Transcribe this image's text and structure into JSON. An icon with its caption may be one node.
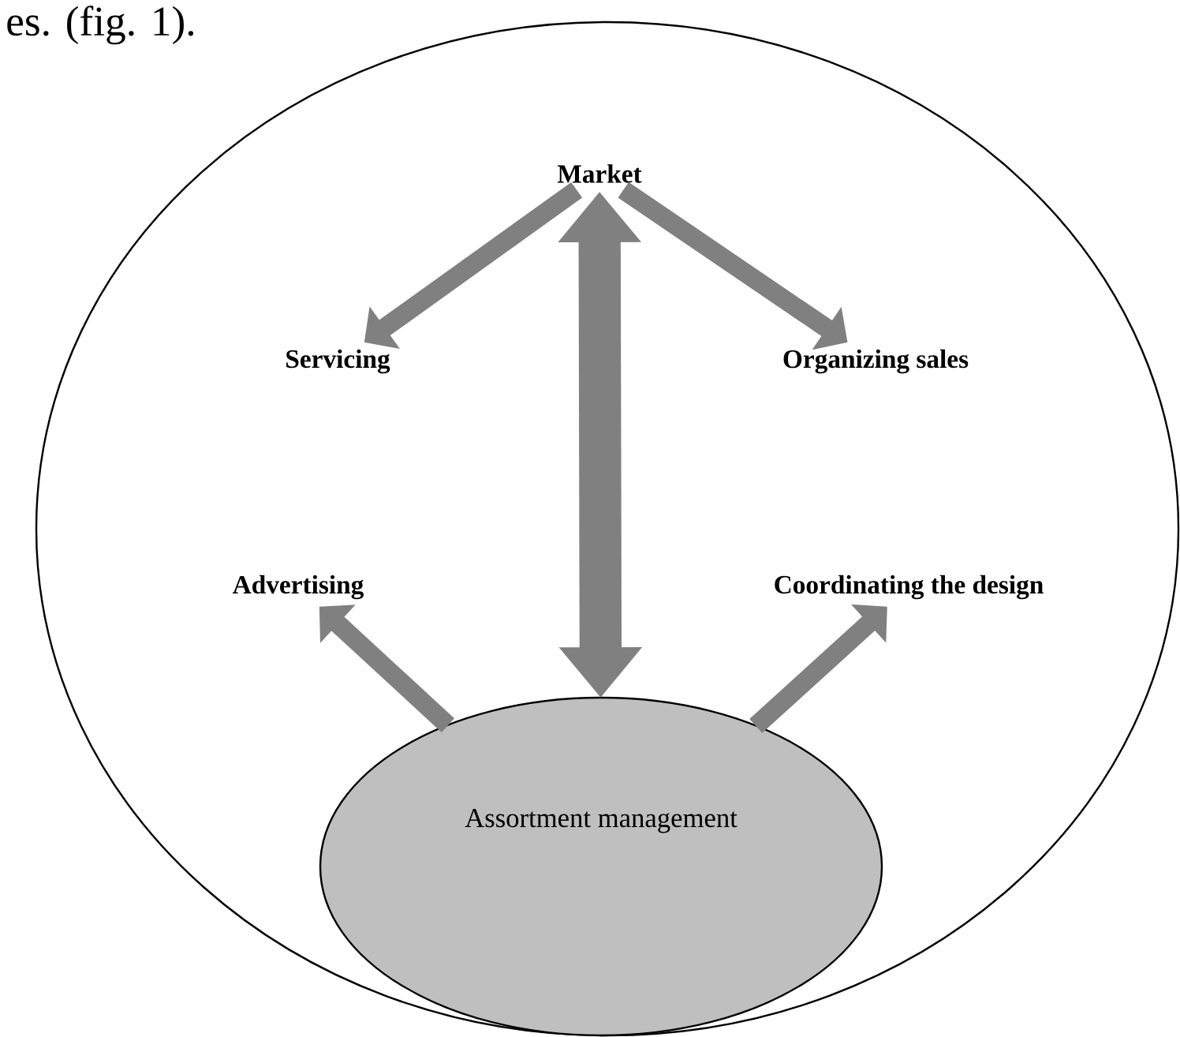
{
  "diagram": {
    "nodes": [
      {
        "text": [],
        "shape": "ellipse"
      },
      {
        "text": [
          "Market"
        ],
        "in": 0
      },
      {
        "text": [
          "Servicing"
        ],
        "in": 0
      },
      {
        "text": [
          "Organizing sales"
        ],
        "in": 0
      },
      {
        "text": [
          "Advertising"
        ],
        "in": 0
      },
      {
        "text": [
          "Coordinating the design"
        ],
        "in": 0
      },
      {
        "text": [
          "Assortment management"
        ],
        "in": 0
      }
    ],
    "edges": [
      {
        "from": 1,
        "to": 2,
        "arrow": "to"
      },
      {
        "from": 1,
        "to": 3,
        "arrow": "to"
      },
      {
        "from": 1,
        "to": 6,
        "arrow": "both",
        "style": "thick"
      },
      {
        "from": 6,
        "to": 4,
        "arrow": "to"
      },
      {
        "from": 6,
        "to": 5,
        "arrow": "to"
      }
    ],
    "labels": [
      "es. (fig. 1)."
    ]
  }
}
